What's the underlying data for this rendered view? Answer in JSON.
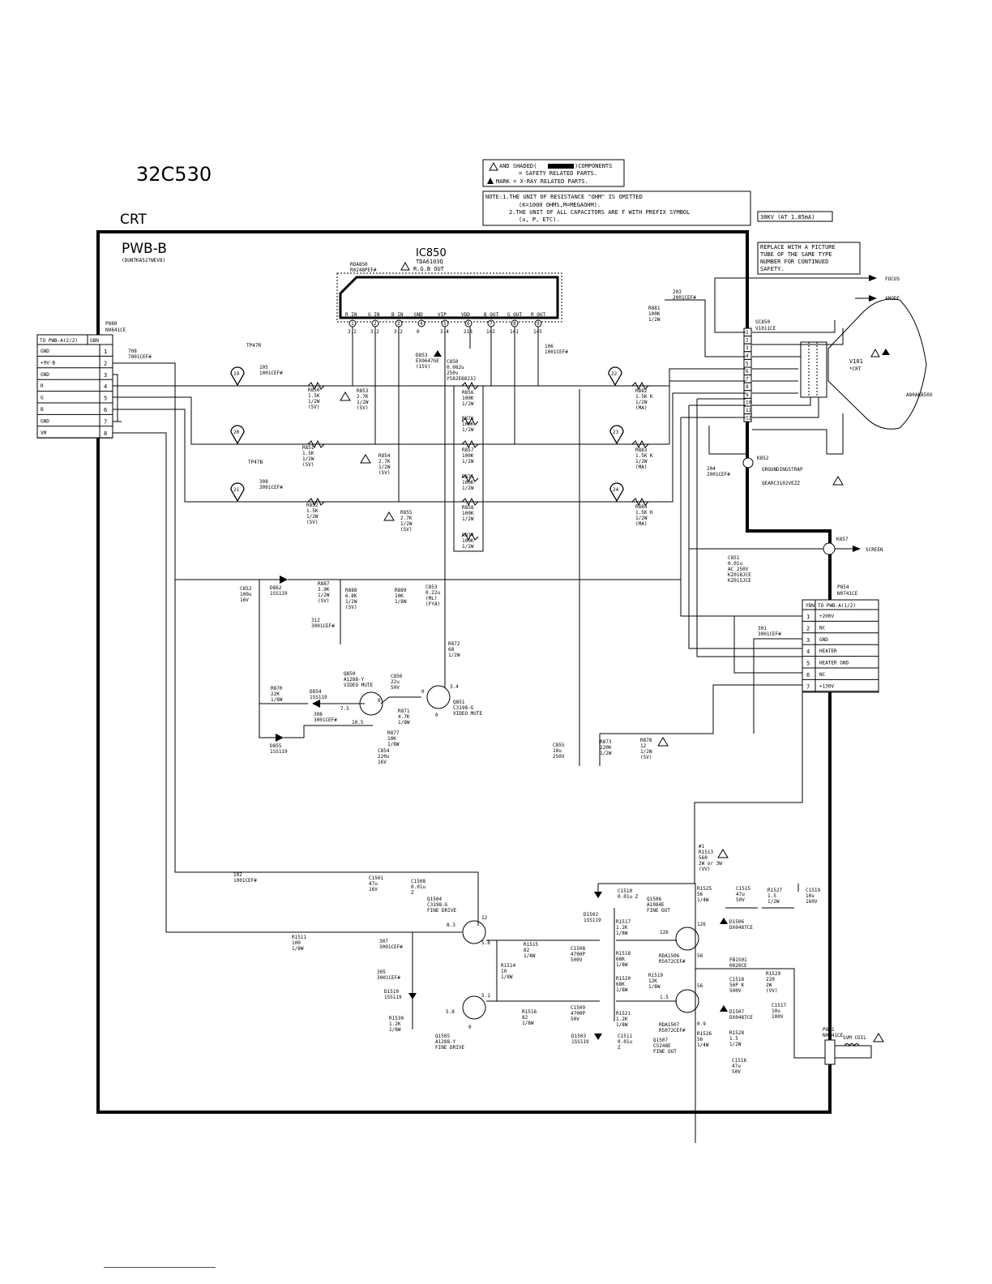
{
  "header": {
    "model": "32C530",
    "section": "CRT",
    "board": "PWB-B",
    "board_code": "(DUNTKA527WEV8)"
  },
  "notes": {
    "safety_line1": "AND SHADED(",
    "safety_line1b": ")COMPONENTS",
    "safety_line2": "= SAFETY RELATED PARTS.",
    "safety_line3": "MARK = X-RAY RELATED PARTS.",
    "note1": "NOTE:1.THE UNIT OF RESISTANCE \"OHM\" IS OMITTED",
    "note1b": "(K=1000 OHMS,M=MEGAOHM).",
    "note2": "2.THE UNIT OF ALL CAPACITORS ARE F WITH PREFIX SYMBOL",
    "note2b": "(u, P, ETC).",
    "hv": "30KV (AT 1.85mA)",
    "replace1": "REPLACE WITH A PICTURE",
    "replace2": "TUBE OF THE SAME TYPE",
    "replace3": "NUMBER FOR CONTINUED",
    "replace4": "SAFETY."
  },
  "ic": {
    "ref": "IC850",
    "part": "TDA6103Q",
    "desc": "R.G.B OUT",
    "pins": [
      "R IN",
      "G IN",
      "B IN",
      "GND",
      "VIP",
      "VDD",
      "B OUT",
      "G OUT",
      "R OUT"
    ],
    "pin_nums": [
      "1",
      "2",
      "3",
      "4",
      "5",
      "6",
      "7",
      "8",
      "9"
    ],
    "volts": [
      "3.2",
      "3.2",
      "3.2",
      "0",
      "3.4",
      "218",
      "142",
      "141",
      "145"
    ],
    "socket": "RDA850",
    "socket_part": "R0248PEF#"
  },
  "p880": {
    "ref": "P880",
    "part": "N0841CE",
    "title": "TO PWB-A(2/2)",
    "code": "GBN",
    "pins": [
      {
        "n": "1",
        "label": "GND"
      },
      {
        "n": "2",
        "label": "+9V-B"
      },
      {
        "n": "3",
        "label": "GND"
      },
      {
        "n": "4",
        "label": "R"
      },
      {
        "n": "5",
        "label": "G"
      },
      {
        "n": "6",
        "label": "B"
      },
      {
        "n": "7",
        "label": "GND"
      },
      {
        "n": "8",
        "label": "VM"
      }
    ]
  },
  "p854": {
    "ref": "P854",
    "part": "N0741CE",
    "title": "TO PWB-A(1/2)",
    "code": "YBN",
    "pins": [
      {
        "n": "1",
        "label": "+200V"
      },
      {
        "n": "2",
        "label": "NC"
      },
      {
        "n": "3",
        "label": "GND"
      },
      {
        "n": "4",
        "label": "HEATER"
      },
      {
        "n": "5",
        "label": "HEATER GND"
      },
      {
        "n": "6",
        "label": "NC"
      },
      {
        "n": "7",
        "label": "+130V"
      }
    ]
  },
  "crt": {
    "ref": "V101",
    "ref2": "*CRT",
    "part": "A80AKB50X",
    "socket": "SC850",
    "socket_part": "V1011CE",
    "socket_pins": [
      "1",
      "2",
      "3",
      "4",
      "5",
      "6",
      "7",
      "8",
      "9",
      "10",
      "11",
      "12"
    ],
    "focus": "FOCUS",
    "anode": "ANODE",
    "screen": "SCREEN",
    "k857": "K857",
    "k852": "K852",
    "strap": "GROUNDINGSTRAP",
    "strap_part": "QEARC3102VEZZ"
  },
  "testpoints": [
    "19",
    "20",
    "21",
    "22",
    "23",
    "24"
  ],
  "labels": [
    {
      "id": "tp47r",
      "lines": [
        "TP47R"
      ]
    },
    {
      "id": "r105",
      "lines": [
        "105",
        "1001CEF#"
      ]
    },
    {
      "id": "tp47b",
      "lines": [
        "TP47B"
      ]
    },
    {
      "id": "r308a",
      "lines": [
        "308",
        "3001CEF#"
      ]
    },
    {
      "id": "r708",
      "lines": [
        "708",
        "7001CEF#"
      ]
    },
    {
      "id": "r106",
      "lines": [
        "106",
        "1001CEF#"
      ]
    },
    {
      "id": "d853",
      "lines": [
        "D853",
        "EX0647GE",
        "(15V)"
      ]
    },
    {
      "id": "c850",
      "lines": [
        "C850",
        "0.082u",
        "250v",
        "Y582E8823J"
      ]
    },
    {
      "id": "r850",
      "lines": [
        "R850",
        "1.5K",
        "1/2W",
        "(SV)"
      ]
    },
    {
      "id": "r853",
      "lines": [
        "R853",
        "2.7K",
        "1/2W",
        "(SV)"
      ]
    },
    {
      "id": "r851",
      "lines": [
        "R851",
        "1.5K",
        "1/2W",
        "(SV)"
      ]
    },
    {
      "id": "r854",
      "lines": [
        "R854",
        "2.7K",
        "1/2W",
        "(SV)"
      ]
    },
    {
      "id": "r852",
      "lines": [
        "R852",
        "1.5K",
        "1/2W",
        "(SV)"
      ]
    },
    {
      "id": "r855",
      "lines": [
        "R855",
        "2.7K",
        "1/2W",
        "(SV)"
      ]
    },
    {
      "id": "r856",
      "lines": [
        "R856",
        "100K",
        "1/2W"
      ]
    },
    {
      "id": "r876",
      "lines": [
        "R876",
        "100K",
        "1/2W"
      ]
    },
    {
      "id": "r857",
      "lines": [
        "R857",
        "100K",
        "1/2W"
      ]
    },
    {
      "id": "r875",
      "lines": [
        "R875",
        "100K",
        "1/2W"
      ]
    },
    {
      "id": "r858",
      "lines": [
        "R858",
        "100K",
        "1/2W"
      ]
    },
    {
      "id": "r874",
      "lines": [
        "R874",
        "100K",
        "1/2W"
      ]
    },
    {
      "id": "r882",
      "lines": [
        "R882",
        "1.5K K",
        "1/2W",
        "(MA)"
      ]
    },
    {
      "id": "r883",
      "lines": [
        "R883",
        "1.5K K",
        "1/2W",
        "(MA)"
      ]
    },
    {
      "id": "r884",
      "lines": [
        "R884",
        "1.5K K",
        "1/2W",
        "(MA)"
      ]
    },
    {
      "id": "r881",
      "lines": [
        "R881",
        "100K",
        "1/2W"
      ]
    },
    {
      "id": "r203",
      "lines": [
        "203",
        "2001CEF#"
      ]
    },
    {
      "id": "r204",
      "lines": [
        "204",
        "2001CEF#"
      ]
    },
    {
      "id": "c851",
      "lines": [
        "C851",
        "0.01u",
        "AC 250V",
        "KZ018JCE",
        "KZ015JCE"
      ]
    },
    {
      "id": "c852",
      "lines": [
        "C852",
        "100u",
        "16V"
      ]
    },
    {
      "id": "d862",
      "lines": [
        "D862",
        "1SS119"
      ]
    },
    {
      "id": "r887",
      "lines": [
        "R887",
        "3.9K",
        "1/2W",
        "(SV)"
      ]
    },
    {
      "id": "r888",
      "lines": [
        "R888",
        "6.8K",
        "1/2W",
        "(SV)"
      ]
    },
    {
      "id": "r889",
      "lines": [
        "R889",
        "10K",
        "1/8W"
      ]
    },
    {
      "id": "c853",
      "lines": [
        "C853",
        "0.22u",
        "(ML)",
        "(FYA)"
      ]
    },
    {
      "id": "r312",
      "lines": [
        "312",
        "3001CEF#"
      ]
    },
    {
      "id": "r872",
      "lines": [
        "R872",
        "68",
        "1/2W"
      ]
    },
    {
      "id": "q850",
      "lines": [
        "Q850",
        "A1288-Y",
        "VIDEO MUTE"
      ]
    },
    {
      "id": "c856",
      "lines": [
        "C856",
        "22u",
        "50V"
      ]
    },
    {
      "id": "q851",
      "lines": [
        "Q851",
        "C3198-G",
        "VIDEO MUTE"
      ]
    },
    {
      "id": "r870",
      "lines": [
        "R870",
        "22K",
        "1/8W"
      ]
    },
    {
      "id": "d854",
      "lines": [
        "D854",
        "1SS119"
      ]
    },
    {
      "id": "r308b",
      "lines": [
        "308",
        "3001CEF#"
      ]
    },
    {
      "id": "r871",
      "lines": [
        "R871",
        "4.7K",
        "1/8W"
      ]
    },
    {
      "id": "r877",
      "lines": [
        "R877",
        "10K",
        "1/8W"
      ]
    },
    {
      "id": "d855",
      "lines": [
        "D855",
        "1SS119"
      ]
    },
    {
      "id": "c854",
      "lines": [
        "C854",
        "220u",
        "16V"
      ]
    },
    {
      "id": "c855",
      "lines": [
        "C855",
        "10u",
        "250V"
      ]
    },
    {
      "id": "r873",
      "lines": [
        "R873",
        "220K",
        "1/2W"
      ]
    },
    {
      "id": "r878",
      "lines": [
        "R878",
        "12",
        "1/2W",
        "(SV)"
      ]
    },
    {
      "id": "r301",
      "lines": [
        "301",
        "3001CEF#"
      ]
    },
    {
      "id": "r102",
      "lines": [
        "102",
        "1001CEF#"
      ]
    },
    {
      "id": "c1501",
      "lines": [
        "C1501",
        "47u",
        "16V"
      ]
    },
    {
      "id": "c1508a",
      "lines": [
        "C1508",
        "0.01u",
        "Z"
      ]
    },
    {
      "id": "q1504",
      "lines": [
        "Q1504",
        "C3198-G",
        "FINE DRIVE"
      ]
    },
    {
      "id": "r1511",
      "lines": [
        "R1511",
        "100",
        "1/8W"
      ]
    },
    {
      "id": "r307",
      "lines": [
        "307",
        "3001CEF#"
      ]
    },
    {
      "id": "r305",
      "lines": [
        "305",
        "3001CEF#"
      ]
    },
    {
      "id": "d1510",
      "lines": [
        "D1510",
        "1SS119"
      ]
    },
    {
      "id": "r1530",
      "lines": [
        "R1530",
        "1.2K",
        "1/8W"
      ]
    },
    {
      "id": "q1505",
      "lines": [
        "Q1505",
        "A1288-Y",
        "FINE DRIVE"
      ]
    },
    {
      "id": "r1514",
      "lines": [
        "R1514",
        "10",
        "1/8W"
      ]
    },
    {
      "id": "r1515",
      "lines": [
        "R1515",
        "82",
        "1/8W"
      ]
    },
    {
      "id": "r1516",
      "lines": [
        "R1516",
        "82",
        "1/8W"
      ]
    },
    {
      "id": "c1508b",
      "lines": [
        "C1508",
        "4700P",
        "500V"
      ]
    },
    {
      "id": "c1509",
      "lines": [
        "C1509",
        "4700P",
        "50V"
      ]
    },
    {
      "id": "c1510",
      "lines": [
        "C1510",
        "0.01u Z"
      ]
    },
    {
      "id": "d1502",
      "lines": [
        "D1502",
        "1SS119"
      ]
    },
    {
      "id": "r1517",
      "lines": [
        "R1517",
        "1.2K",
        "1/8W"
      ]
    },
    {
      "id": "r1518",
      "lines": [
        "R1518",
        "68K",
        "1/8W"
      ]
    },
    {
      "id": "r1520",
      "lines": [
        "R1520",
        "68K",
        "1/8W"
      ]
    },
    {
      "id": "r1521",
      "lines": [
        "R1521",
        "1.2K",
        "1/8W"
      ]
    },
    {
      "id": "d1503",
      "lines": [
        "D1503",
        "1SS119"
      ]
    },
    {
      "id": "c1511",
      "lines": [
        "C1511",
        "0.01u",
        "Z"
      ]
    },
    {
      "id": "q1506",
      "lines": [
        "Q1506",
        "A1984E",
        "FINE OUT"
      ]
    },
    {
      "id": "rda1506",
      "lines": [
        "RDA1506",
        "R5072CEF#"
      ]
    },
    {
      "id": "r1519",
      "lines": [
        "R1519",
        "12K",
        "1/8W"
      ]
    },
    {
      "id": "rda1507",
      "lines": [
        "RDA1507",
        "R5072CEF#"
      ]
    },
    {
      "id": "q1507",
      "lines": [
        "Q1507",
        "C5248E",
        "FINE OUT"
      ]
    },
    {
      "id": "r1513",
      "lines": [
        "#1",
        "R1513",
        "560",
        "2W or 3W",
        "(VV)"
      ]
    },
    {
      "id": "r1525",
      "lines": [
        "R1525",
        "56",
        "1/4W"
      ]
    },
    {
      "id": "c1515",
      "lines": [
        "C1515",
        "47u",
        "50V"
      ]
    },
    {
      "id": "r1527",
      "lines": [
        "R1527",
        "1.5",
        "1/2W"
      ]
    },
    {
      "id": "c1519",
      "lines": [
        "C1519",
        "10u",
        "160V"
      ]
    },
    {
      "id": "d1506",
      "lines": [
        "D1506",
        "DX0487CE"
      ]
    },
    {
      "id": "fb1501",
      "lines": [
        "FB1501",
        "0020CE"
      ]
    },
    {
      "id": "c1518",
      "lines": [
        "C1518",
        "56P K",
        "500V"
      ]
    },
    {
      "id": "r1529",
      "lines": [
        "R1529",
        "220",
        "2W",
        "(VV)"
      ]
    },
    {
      "id": "d1507",
      "lines": [
        "D1507",
        "DX0487CE"
      ]
    },
    {
      "id": "c1517",
      "lines": [
        "C1517",
        "10u",
        "100V"
      ]
    },
    {
      "id": "r1526",
      "lines": [
        "R1526",
        "56",
        "1/4W"
      ]
    },
    {
      "id": "r1528",
      "lines": [
        "R1528",
        "1.5",
        "1/2W"
      ]
    },
    {
      "id": "c1516",
      "lines": [
        "C1516",
        "47u",
        "50V"
      ]
    },
    {
      "id": "p881",
      "lines": [
        "P881",
        "N0241CE"
      ]
    },
    {
      "id": "p881pins",
      "lines": [
        "P2",
        "P1"
      ]
    },
    {
      "id": "svm",
      "lines": [
        "SVM COIL"
      ]
    },
    {
      "id": "v126a",
      "lines": [
        "126"
      ]
    },
    {
      "id": "v126b",
      "lines": [
        "126"
      ]
    },
    {
      "id": "v56a",
      "lines": [
        "56"
      ]
    },
    {
      "id": "v56b",
      "lines": [
        "56"
      ]
    },
    {
      "id": "v15",
      "lines": [
        "1.5"
      ]
    },
    {
      "id": "v09",
      "lines": [
        "0.9"
      ]
    },
    {
      "id": "v12",
      "lines": [
        "12"
      ]
    },
    {
      "id": "v83",
      "lines": [
        "8.3"
      ]
    },
    {
      "id": "v58a",
      "lines": [
        "5.8"
      ]
    },
    {
      "id": "v51",
      "lines": [
        "5.1"
      ]
    },
    {
      "id": "v58b",
      "lines": [
        "5.8"
      ]
    },
    {
      "id": "v0a",
      "lines": [
        "0"
      ]
    },
    {
      "id": "v75",
      "lines": [
        "7.5"
      ]
    },
    {
      "id": "v0b",
      "lines": [
        "0"
      ]
    },
    {
      "id": "v105",
      "lines": [
        "10.5"
      ]
    },
    {
      "id": "v0c",
      "lines": [
        "0"
      ]
    },
    {
      "id": "v34",
      "lines": [
        "3.4"
      ]
    },
    {
      "id": "v0d",
      "lines": [
        "0"
      ]
    }
  ]
}
